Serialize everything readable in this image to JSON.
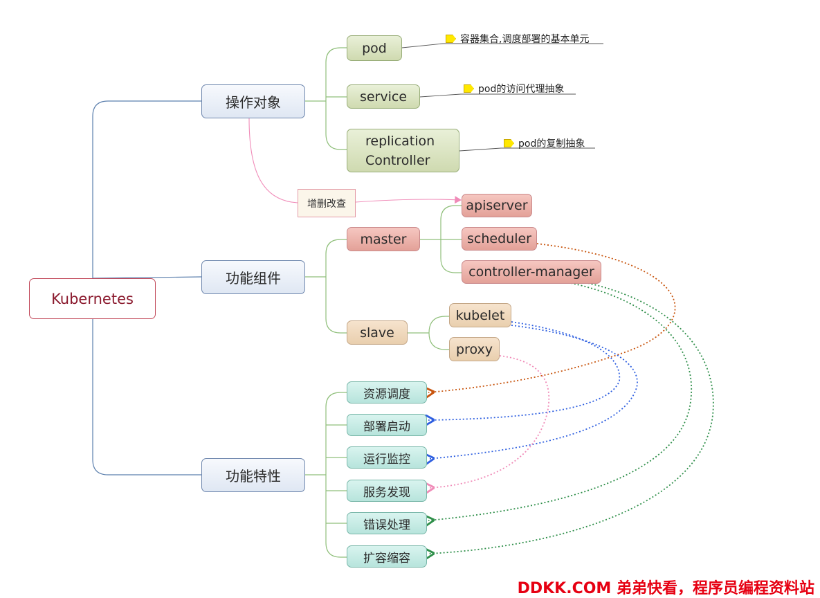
{
  "root": "Kubernetes",
  "branches": {
    "operations": "操作对象",
    "components": "功能组件",
    "features": "功能特性"
  },
  "objects": [
    {
      "label": "pod",
      "note": "容器集合,调度部署的基本单元"
    },
    {
      "label": "service",
      "note": "pod的访问代理抽象"
    },
    {
      "label_line1": "replication",
      "label_line2": "Controller",
      "note": "pod的复制抽象"
    }
  ],
  "master": {
    "label": "master",
    "children": [
      "apiserver",
      "scheduler",
      "controller-manager"
    ]
  },
  "slave": {
    "label": "slave",
    "children": [
      "kubelet",
      "proxy"
    ]
  },
  "feature_items": [
    "资源调度",
    "部署启动",
    "运行监控",
    "服务发现",
    "错误处理",
    "扩容缩容"
  ],
  "relation_label": "增删改查",
  "colors": {
    "blue_branch": "#5b7fad",
    "green_branch": "#8fbf7a",
    "scheduler_link": "#c8550e",
    "kubelet_link": "#2e5fe0",
    "proxy_link": "#f08bb8",
    "controller_link": "#2f8f4a",
    "watermark": "#e60012"
  },
  "watermark": "DDKK.COM 弟弟快看，程序员编程资料站"
}
